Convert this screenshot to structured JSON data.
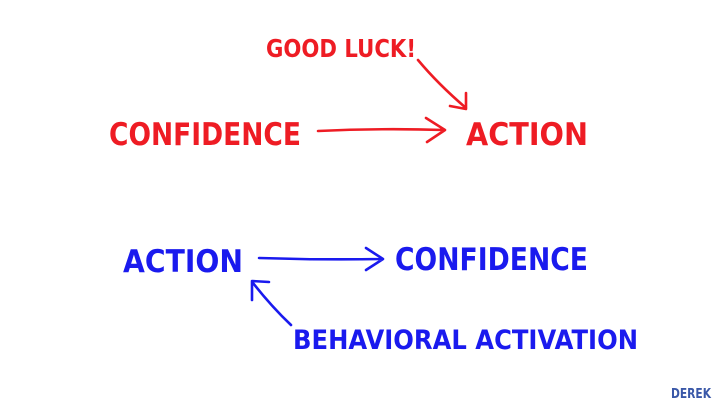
{
  "colors": {
    "top": "#ee1c24",
    "bottom": "#1a1aee",
    "logo": "#3a58a8"
  },
  "top_row": {
    "from_label": "CONFIDENCE",
    "to_label": "ACTION",
    "annotation": "GOOD LUCK!"
  },
  "bottom_row": {
    "from_label": "ACTION",
    "to_label": "CONFIDENCE",
    "annotation": "BEHAVIORAL ACTIVATION"
  },
  "logo": {
    "text": "DEREK"
  }
}
